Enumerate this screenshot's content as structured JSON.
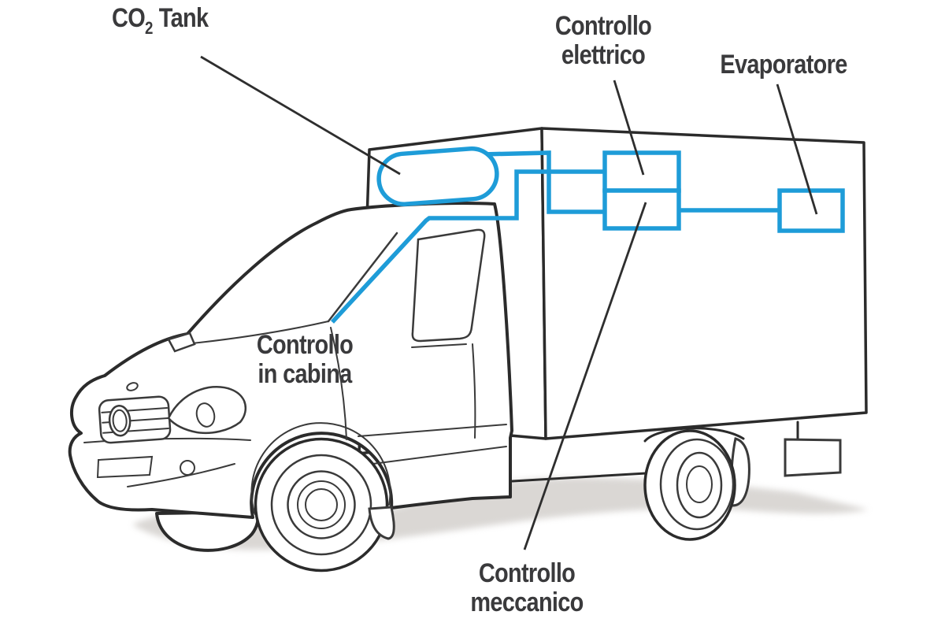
{
  "diagram": {
    "colors": {
      "background": "#FFFFFF",
      "pipe_blue": "#1E9CD8",
      "outline_dark": "#2B2B2B",
      "detail_line": "#3A3A3A",
      "label_text": "#3A3A3C",
      "leader_line": "#2E2E2E",
      "shadow_gray": "#D6D3D0"
    },
    "labels": {
      "co2_tank": {
        "pre": "CO",
        "sub": "2",
        "post": " Tank"
      },
      "controllo_elettrico": {
        "lines": [
          "Controllo",
          "elettrico"
        ]
      },
      "evaporatore": {
        "lines": [
          "Evaporatore"
        ]
      },
      "controllo_in_cabina": {
        "lines": [
          "Controllo",
          "in cabina"
        ]
      },
      "controllo_meccanico": {
        "lines": [
          "Controllo",
          "meccanico"
        ]
      }
    }
  }
}
